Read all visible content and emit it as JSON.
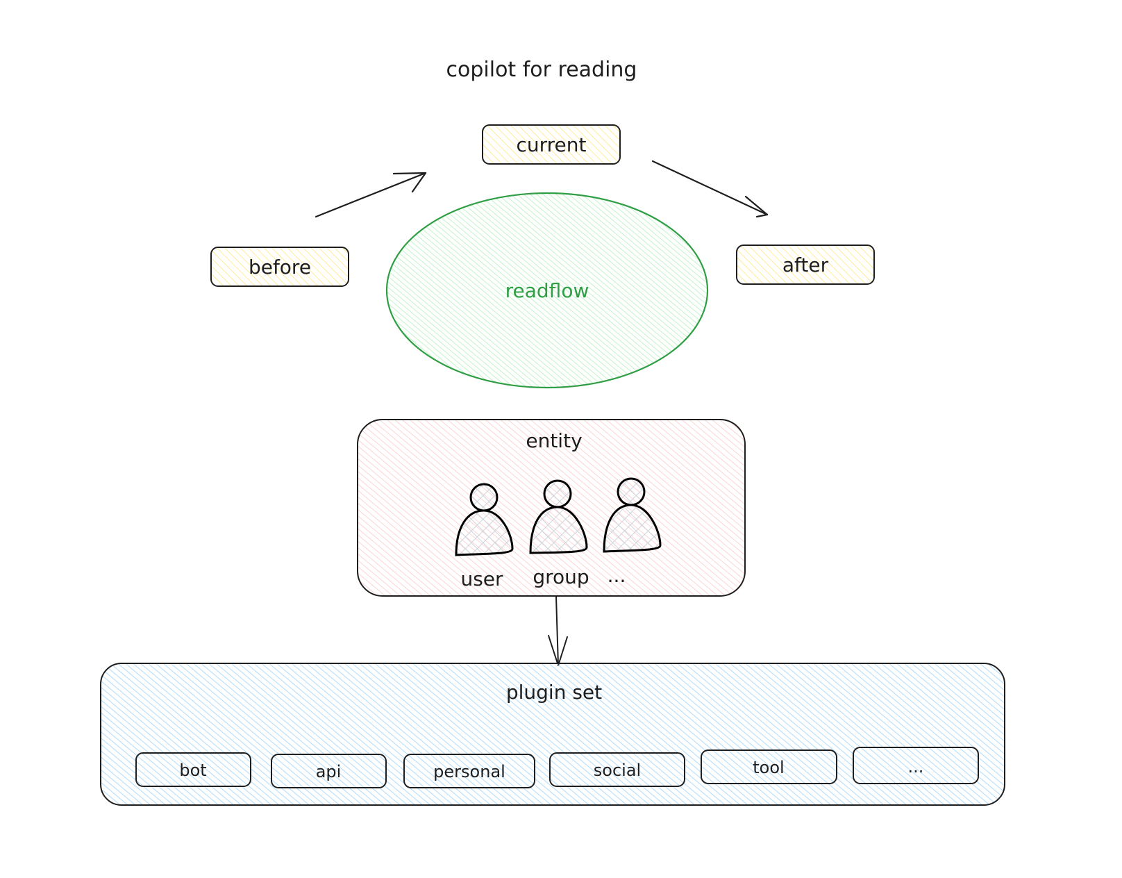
{
  "title": "copilot for reading",
  "flow": {
    "before": "before",
    "current": "current",
    "after": "after",
    "center": "readflow"
  },
  "entity": {
    "label": "entity",
    "members": [
      "user",
      "group",
      "..."
    ]
  },
  "plugin_set": {
    "label": "plugin set",
    "items": [
      "bot",
      "api",
      "personal",
      "social",
      "tool",
      "..."
    ]
  },
  "colors": {
    "stroke": "#1e1e1e",
    "yellow_fill": "#ffec99",
    "green_stroke": "#2f9e44",
    "green_fill": "#b2f2bb",
    "red_fill": "#ffc9c9",
    "blue_fill": "#a5d8ff",
    "person_fill": "#ced4da"
  }
}
